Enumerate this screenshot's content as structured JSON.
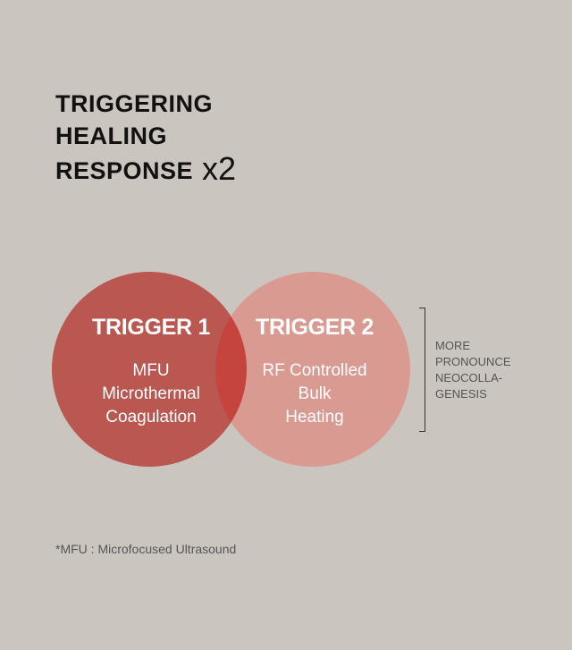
{
  "headline": {
    "line1": "TRIGGERING",
    "line2": "HEALING",
    "line3": "RESPONSE",
    "multiplier": "x2"
  },
  "triggers": [
    {
      "title": "TRIGGER 1",
      "lines": [
        "MFU",
        "Microthermal",
        "Coagulation"
      ],
      "color": "#e8645e"
    },
    {
      "title": "TRIGGER 2",
      "lines": [
        "RF Controlled",
        "Bulk",
        "Heating"
      ],
      "color": "#d99a92"
    }
  ],
  "result": {
    "lines": [
      "MORE",
      "PRONOUNCE",
      "NEOCOLLA-",
      "GENESIS"
    ]
  },
  "footnote": "*MFU : Microfocused Ultrasound",
  "colors": {
    "background": "#cbc5bf"
  }
}
